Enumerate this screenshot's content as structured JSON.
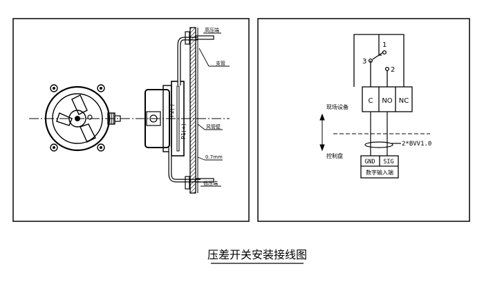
{
  "caption": "压差开关安装接线图",
  "left_panel": {
    "labels": {
      "high_pressure_end": "高压端",
      "support_tube": "支管",
      "duct_wall": "风管壁",
      "thickness": "0.7mm",
      "low_pressure_end": "低压端",
      "port_p2": "P2(-)",
      "port_p1": "P1(+)"
    }
  },
  "right_panel": {
    "switch_pins": {
      "common": "1",
      "nc": "3",
      "no": "2"
    },
    "terminals": [
      "C",
      "NO",
      "NC"
    ],
    "field_label": "现场设备",
    "control_label": "控制盘",
    "cable_label": "2*BVV1.0",
    "input_terminals": [
      "GND",
      "SIG"
    ],
    "input_caption": "数字输入端"
  }
}
